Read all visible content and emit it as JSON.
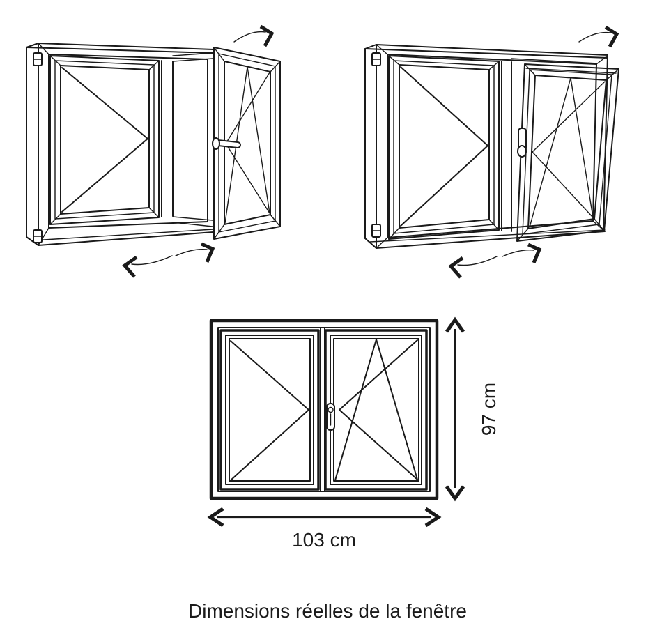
{
  "colors": {
    "background": "#ffffff",
    "line": "#1a1a1a",
    "text": "#1a1a1a"
  },
  "dimension_diagram": {
    "height_label": "97 cm",
    "width_label": "103 cm",
    "caption": "Dimensions réelles de la fenêtre"
  },
  "icons": {
    "top_left_illustration": "window-swing-open-illustration",
    "top_right_illustration": "window-tilt-open-illustration",
    "bottom_illustration": "window-front-dimensions-illustration",
    "direction_arrows": "curved-arrow-icon",
    "height_arrow": "vertical-double-arrow-icon",
    "width_arrow": "horizontal-double-arrow-icon",
    "handle": "window-handle-icon",
    "hinge": "window-hinge-icon"
  }
}
